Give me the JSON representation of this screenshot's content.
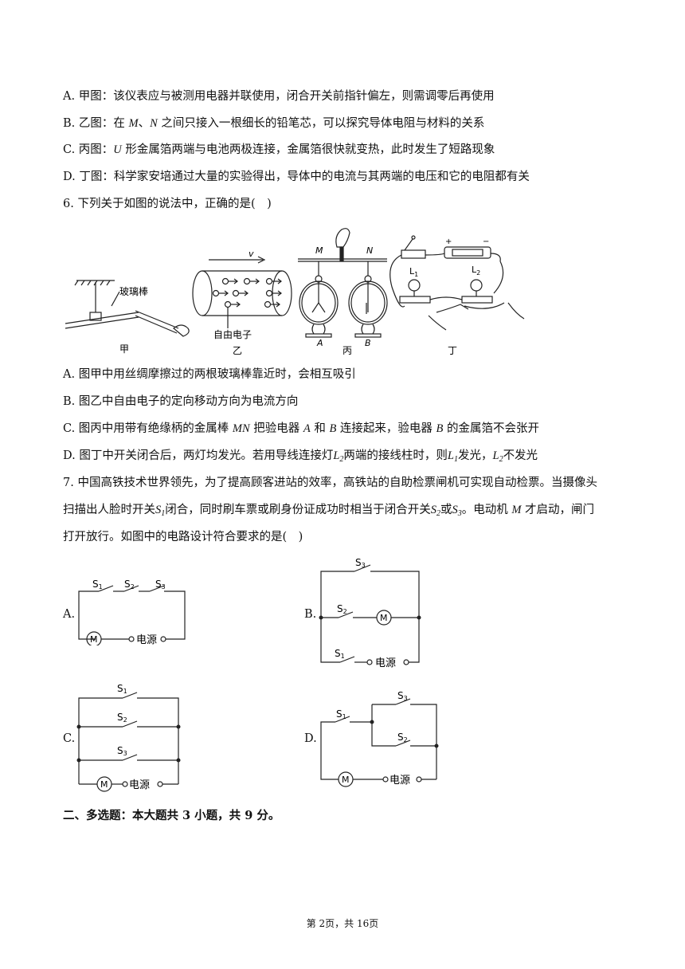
{
  "q5_options": {
    "A": "A. 甲图：该仪表应与被测用电器并联使用，闭合开关前指针偏左，则需调零后再使用",
    "B_pre": "B. 乙图：在 ",
    "B_M": "M",
    "B_sep": "、",
    "B_N": "N",
    "B_post": " 之间只接入一根细长的铅笔芯，可以探究导体电阻与材料的关系",
    "C_pre": "C. 丙图：",
    "C_U": "U",
    "C_post": " 形金属箔两端与电池两极连接，金属箔很快就变热，此时发生了短路现象",
    "D": "D. 丁图：科学家安培通过大量的实验得出，导体中的电流与其两端的电压和它的电阻都有关"
  },
  "q6": {
    "stem": "6. 下列关于如图的说法中，正确的是(　)",
    "fig_labels": {
      "glass_rod": "玻璃棒",
      "jia": "甲",
      "velocity": "v",
      "free_electron": "自由电子",
      "yi": "乙",
      "M": "M",
      "N": "N",
      "A": "A",
      "B": "B",
      "bing": "丙",
      "L1": "L",
      "L1_sub": "1",
      "L2": "L",
      "L2_sub": "2",
      "plus": "+",
      "minus": "−",
      "ding": "丁"
    },
    "A": "A. 图甲中用丝绸摩擦过的两根玻璃棒靠近时，会相互吸引",
    "B": "B. 图乙中自由电子的定向移动方向为电流方向",
    "C_pre": "C. 图丙中用带有绝缘柄的金属棒 ",
    "C_MN": "MN",
    "C_mid": " 把验电器 ",
    "C_A": "A",
    "C_and": " 和 ",
    "C_B": "B",
    "C_mid2": " 连接起来，验电器 ",
    "C_B2": "B",
    "C_post": " 的金属箔不会张开",
    "D_pre": "D. 图丁中开关闭合后，两灯均发光。若用导线连接灯",
    "D_L2": "L",
    "D_L2_sub": "2",
    "D_mid": "两端的接线柱时，则",
    "D_L1": "L",
    "D_L1_sub": "1",
    "D_mid2": "发光，",
    "D_L2b": "L",
    "D_L2b_sub": "2",
    "D_post": "不发光"
  },
  "q7": {
    "line1": "7. 中国高铁技术世界领先，为了提高顾客进站的效率，高铁站的自助检票闸机可实现自动检票。当摄像头",
    "line2_pre": "扫描出人脸时开关",
    "line2_S1": "S",
    "line2_S1_sub": "1",
    "line2_mid": "闭合，同时刷车票或刷身份证成功时相当于闭合开关",
    "line2_S2": "S",
    "line2_S2_sub": "2",
    "line2_or": "或",
    "line2_S3": "S",
    "line2_S3_sub": "3",
    "line2_mid2": "。电动机 ",
    "line2_M": "M",
    "line2_post": " 才启动，闸门",
    "line3": "打开放行。如图中的电路设计符合要求的是(　)",
    "options": {
      "A": "A.",
      "B": "B.",
      "C": "C.",
      "D": "D."
    },
    "circuit_labels": {
      "S": "S",
      "s1": "1",
      "s2": "2",
      "s3": "3",
      "motor": "M",
      "power": "电源"
    }
  },
  "section2": "二、多选题：本大题共 3 小题，共 9 分。",
  "footer": "第 2页，共 16页"
}
